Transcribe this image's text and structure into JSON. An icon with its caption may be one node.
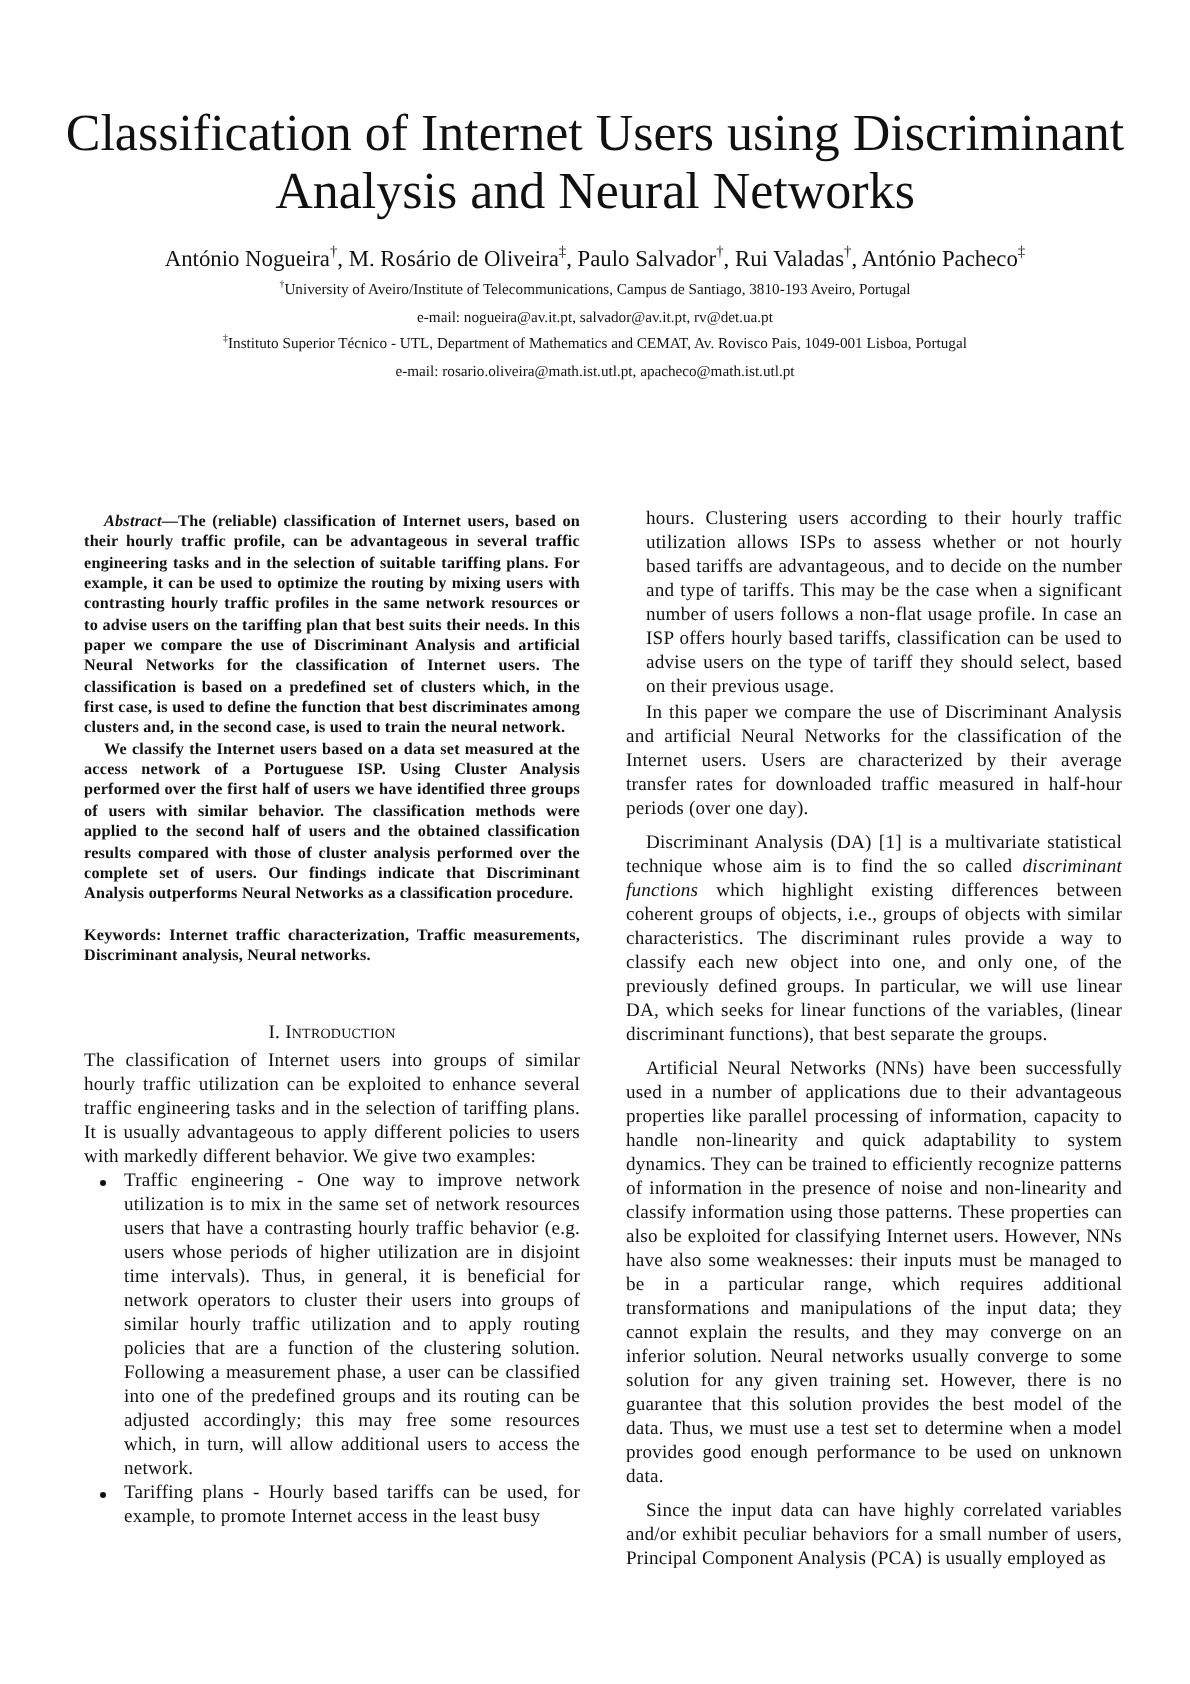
{
  "diagram": {
    "title": "Classification of Internet Users using Discriminant Analysis and Neural Networks",
    "labels": [
      "António Nogueira$^{†}$, M. Rosário de Oliveira$^{‡}$, Paulo Salvador$^{†}$, Rui Valadas$^{†}$, António Pacheco$^{‡}$",
      "$^{†}$University of Aveiro/Institute of Telecommunications, Campus de Santiago, 3810-193 Aveiro, Portugal",
      "e-mail: nogueira@av.it.pt, salvador@av.it.pt, rv@det.ua.pt",
      "$^{‡}$Instituto Superior Técnico - UTL, Department of Mathematics and CEMAT, Av. Rovisco Pais, 1049-001 Lisboa, Portugal",
      "e-mail: rosario.oliveira@math.ist.utl.pt, apacheco@math.ist.utl.pt",
      "*Abstract*—The (reliable) classification of Internet users, based on their hourly traffic profile, can be advantageous in several traffic engineering tasks and in the selection of suitable tariffing plans. For example, it can be used to optimize the routing by mixing users with contrasting hourly traffic profiles in the same network resources or to advise users on the tariffing plan that best suits their needs. In this paper we compare the use of Discriminant Analysis and artificial Neural Networks for the classification of Internet users. The classification is based on a predefined set of clusters which, in the first case, is used to define the function that best discriminates among clusters and, in the second case, is used to train the neural network.",
      "We classify the Internet users based on a data set measured at the access network of a Portuguese ISP. Using Cluster Analysis performed over the first half of users we have identified three groups of users with similar behavior. The classification methods were applied to the second half of users and the obtained classification results compared with those of cluster analysis performed over the complete set of users. Our findings indicate that Discriminant Analysis outperforms Neural Networks as a classification procedure.",
      "Keywords: Internet traffic characterization, Traffic measurements, Discriminant analysis, Neural networks.",
      "I. Introduction",
      "The classification of Internet users into groups of similar hourly traffic utilization can be exploited to enhance several traffic engineering tasks and in the selection of tariffing plans. It is usually advantageous to apply different policies to users with markedly different behavior. We give two examples:",
      "Traffic engineering - One way to improve network utilization is to mix in the same set of network resources users that have a contrasting hourly traffic behavior (e.g. users whose periods of higher utilization are in disjoint time intervals). Thus, in general, it is beneficial for network operators to cluster their users into groups of similar hourly traffic utilization and to apply routing policies that are a function of the clustering solution. Following a measurement phase, a user can be classified into one of the predefined groups and its routing can be adjusted accordingly; this may free some resources which, in turn, will allow additional users to access the network.",
      "Tariffing plans - Hourly based tariffs can be used, for example, to promote Internet access in the least busy",
      "hours. Clustering users according to their hourly traffic utilization allows ISPs to assess whether or not hourly based tariffs are advantageous, and to decide on the number and type of tariffs. This may be the case when a significant number of users follows a non-flat usage profile. In case an ISP offers hourly based tariffs, classification can be used to advise users on the type of tariff they should select, based on their previous usage.",
      "In this paper we compare the use of Discriminant Analysis and artificial Neural Networks for the classification of the Internet users. Users are characterized by their average transfer rates for downloaded traffic measured in half-hour periods (over one day).",
      "Discriminant Analysis (DA) [1] is a multivariate statistical technique whose aim is to find the so called *discriminant functions* which highlight existing differences between coherent groups of objects, i.e., groups of objects with similar characteristics. The discriminant rules provide a way to classify each new object into one, and only one, of the previously defined groups. In particular, we will use linear DA, which seeks for linear functions of the variables, (linear discriminant functions), that best separate the groups.",
      "Artificial Neural Networks (NNs) have been successfully used in a number of applications due to their advantageous properties like parallel processing of information, capacity to handle non-linearity and quick adaptability to system dynamics. They can be trained to efficiently recognize patterns of information in the presence of noise and non-linearity and classify information using those patterns. These properties can also be exploited for classifying Internet users. However, NNs have also some weaknesses: their inputs must be managed to be in a particular range, which requires additional transformations and manipulations of the input data; they cannot explain the results, and they may converge on an inferior solution. Neural networks usually converge to some solution for any given training set. However, there is no guarantee that this solution provides the best model of the data. Thus, we must use a test set to determine when a model provides good enough performance to be used on unknown data.",
      "Since the input data can have highly correlated variables and/or exhibit peculiar behaviors for a small number of users, Principal Component Analysis (PCA) is usually employed as"
    ]
  }
}
